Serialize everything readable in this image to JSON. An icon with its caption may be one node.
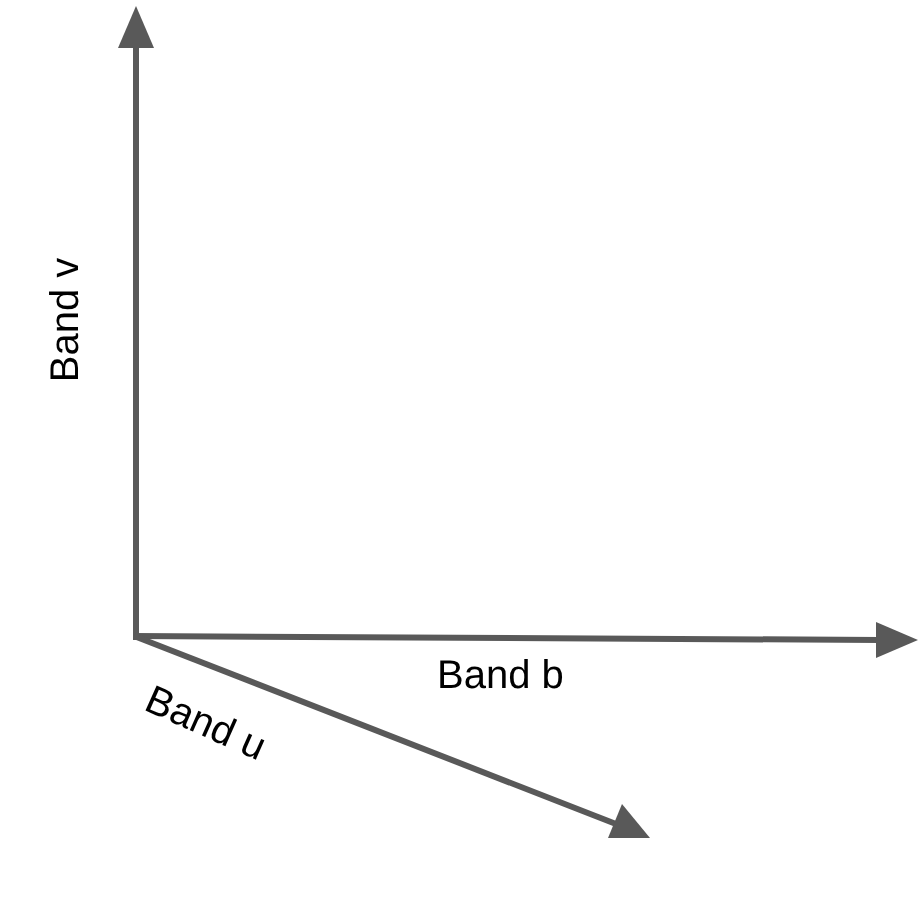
{
  "diagram": {
    "labels": [
      "Band v",
      "Band b",
      "Band u"
    ]
  }
}
